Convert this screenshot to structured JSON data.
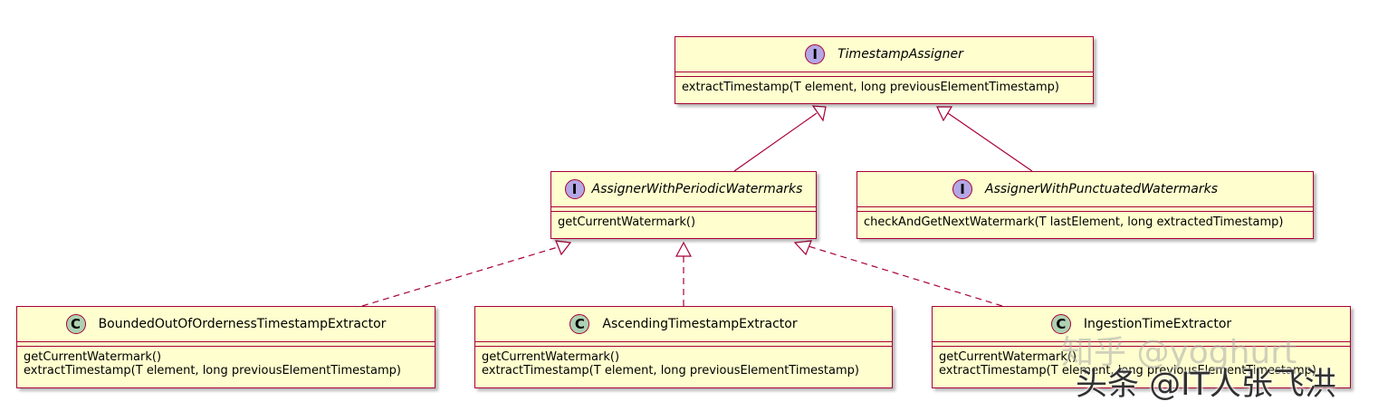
{
  "classes": [
    {
      "id": "timestamp-assigner",
      "kind": "interface",
      "badge": "I",
      "name": "TimestampAssigner",
      "methods": [
        "extractTimestamp(T element, long previousElementTimestamp)"
      ]
    },
    {
      "id": "assigner-periodic",
      "kind": "interface",
      "badge": "I",
      "name": "AssignerWithPeriodicWatermarks",
      "methods": [
        "getCurrentWatermark()"
      ]
    },
    {
      "id": "assigner-punctuated",
      "kind": "interface",
      "badge": "I",
      "name": "AssignerWithPunctuatedWatermarks",
      "methods": [
        "checkAndGetNextWatermark(T lastElement, long extractedTimestamp)"
      ]
    },
    {
      "id": "bounded-extractor",
      "kind": "class",
      "badge": "C",
      "name": "BoundedOutOfOrdernessTimestampExtractor",
      "methods": [
        "getCurrentWatermark()",
        "extractTimestamp(T element, long previousElementTimestamp)"
      ]
    },
    {
      "id": "ascending-extractor",
      "kind": "class",
      "badge": "C",
      "name": "AscendingTimestampExtractor",
      "methods": [
        "getCurrentWatermark()",
        "extractTimestamp(T element, long previousElementTimestamp)"
      ]
    },
    {
      "id": "ingestion-extractor",
      "kind": "class",
      "badge": "C",
      "name": "IngestionTimeExtractor",
      "methods": [
        "getCurrentWatermark()",
        "extractTimestamp(T element, long previousElementTimestamp)"
      ]
    }
  ],
  "relations": [
    {
      "from": "assigner-periodic",
      "to": "timestamp-assigner",
      "type": "extends"
    },
    {
      "from": "assigner-punctuated",
      "to": "timestamp-assigner",
      "type": "extends"
    },
    {
      "from": "bounded-extractor",
      "to": "assigner-periodic",
      "type": "implements"
    },
    {
      "from": "ascending-extractor",
      "to": "assigner-periodic",
      "type": "implements"
    },
    {
      "from": "ingestion-extractor",
      "to": "assigner-periodic",
      "type": "implements"
    }
  ],
  "watermarks": {
    "line1": "知乎 @yoghurt",
    "line2": "头条 @IT人张飞洪"
  },
  "colors": {
    "fill": "#fefece",
    "border": "#a80036",
    "interface_badge": "#b4a7e5",
    "class_badge": "#add1b2"
  }
}
